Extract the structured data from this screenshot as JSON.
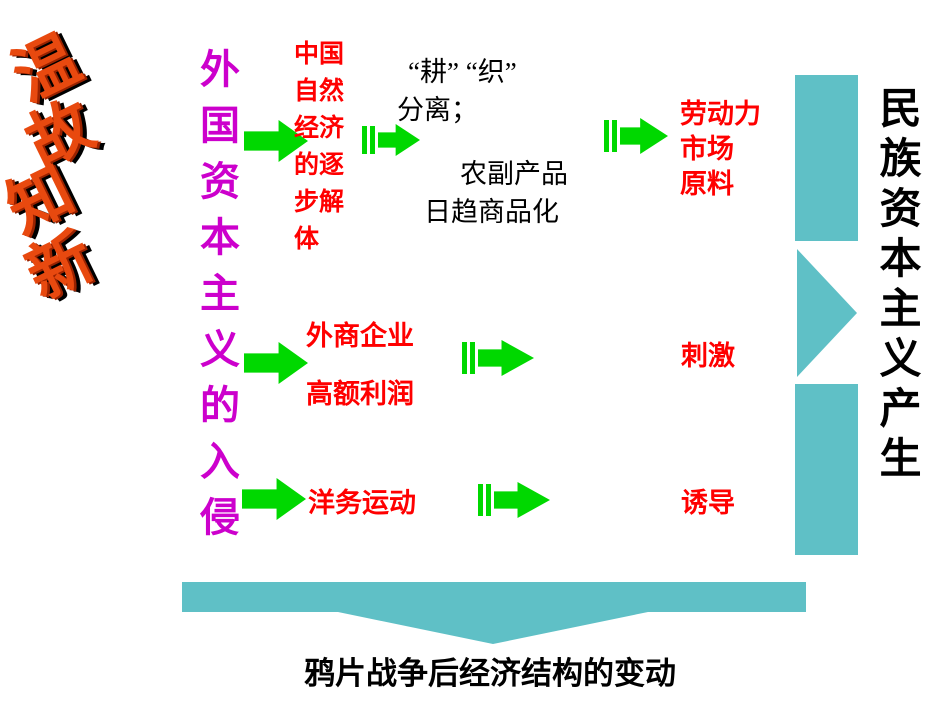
{
  "wordart": {
    "chars": [
      "温",
      "故",
      "知",
      "新"
    ]
  },
  "left_banner": {
    "text": "外国资本主义的入侵"
  },
  "flow": {
    "row1": {
      "cause": "中国自然经济的逐步解体",
      "process_line1": "“耕” “织”",
      "process_line2": "分离；",
      "process_line3": "农副产品",
      "process_line4": "日趋商品化",
      "result_line1": "劳动力",
      "result_line2": "市场",
      "result_line3": "原料"
    },
    "row2": {
      "cause_line1": "外商企业",
      "cause_line2": "高额利润",
      "result": "刺激"
    },
    "row3": {
      "cause": "洋务运动",
      "result": "诱导"
    }
  },
  "right_banner": {
    "text": "民族资本主义产生"
  },
  "footer": {
    "title": "鸦片战争后经济结构的变动"
  },
  "colors": {
    "arrow_green": "#00d800",
    "banner_teal": "#5fc0c6",
    "emphasis_red": "#ff0000",
    "left_banner_magenta": "#cc00cc",
    "wordart_orange": "#e8490f"
  }
}
